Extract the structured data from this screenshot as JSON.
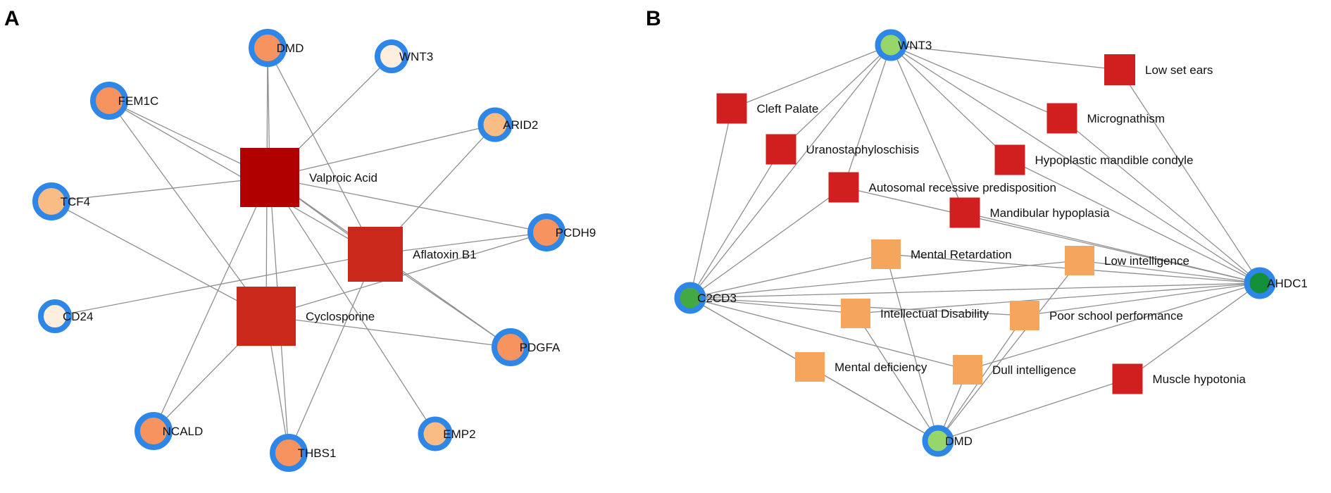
{
  "colors": {
    "ring": "#2e86e6",
    "edge": "#8f8f8f",
    "drug_dark": "#b00000",
    "drug_mid": "#c9281b",
    "gene_salmon": "#f7935f",
    "gene_peach": "#f8bc84",
    "gene_cream": "#fdeedd",
    "pheno_red": "#d11f1f",
    "pheno_orange": "#f5a55c",
    "gene_lightgreen": "#96d66a",
    "gene_green": "#43a945",
    "gene_darkgreen": "#148f3a"
  },
  "panels": [
    {
      "id": "A",
      "letter": "A",
      "nodes": [
        {
          "id": "valproic",
          "label": "Valproic Acid",
          "shape": "square",
          "color": "drug_dark"
        },
        {
          "id": "aflatoxin",
          "label": "Aflatoxin B1",
          "shape": "square",
          "color": "drug_mid"
        },
        {
          "id": "cyclosporine",
          "label": "Cyclosporine",
          "shape": "square",
          "color": "drug_mid"
        },
        {
          "id": "dmd_a",
          "label": "DMD",
          "shape": "circle",
          "color": "gene_salmon"
        },
        {
          "id": "wnt3_a",
          "label": "WNT3",
          "shape": "circle",
          "color": "gene_cream"
        },
        {
          "id": "fem1c",
          "label": "FEM1C",
          "shape": "circle",
          "color": "gene_salmon"
        },
        {
          "id": "arid2",
          "label": "ARID2",
          "shape": "circle",
          "color": "gene_peach"
        },
        {
          "id": "tcf4",
          "label": "TCF4",
          "shape": "circle",
          "color": "gene_peach"
        },
        {
          "id": "pcdh9",
          "label": "PCDH9",
          "shape": "circle",
          "color": "gene_salmon"
        },
        {
          "id": "cd24",
          "label": "CD24",
          "shape": "circle",
          "color": "gene_cream"
        },
        {
          "id": "pdgfa",
          "label": "PDGFA",
          "shape": "circle",
          "color": "gene_salmon"
        },
        {
          "id": "ncald",
          "label": "NCALD",
          "shape": "circle",
          "color": "gene_salmon"
        },
        {
          "id": "thbs1",
          "label": "THBS1",
          "shape": "circle",
          "color": "gene_salmon"
        },
        {
          "id": "emp2",
          "label": "EMP2",
          "shape": "circle",
          "color": "gene_peach"
        }
      ],
      "edges": [
        [
          "valproic",
          "dmd_a"
        ],
        [
          "valproic",
          "wnt3_a"
        ],
        [
          "valproic",
          "fem1c"
        ],
        [
          "valproic",
          "arid2"
        ],
        [
          "valproic",
          "tcf4"
        ],
        [
          "valproic",
          "pcdh9"
        ],
        [
          "valproic",
          "pdgfa"
        ],
        [
          "valproic",
          "ncald"
        ],
        [
          "valproic",
          "thbs1"
        ],
        [
          "valproic",
          "emp2"
        ],
        [
          "valproic",
          "aflatoxin"
        ],
        [
          "aflatoxin",
          "dmd_a"
        ],
        [
          "aflatoxin",
          "fem1c"
        ],
        [
          "aflatoxin",
          "arid2"
        ],
        [
          "aflatoxin",
          "pcdh9"
        ],
        [
          "aflatoxin",
          "pdgfa"
        ],
        [
          "aflatoxin",
          "thbs1"
        ],
        [
          "aflatoxin",
          "cd24"
        ],
        [
          "cyclosporine",
          "dmd_a"
        ],
        [
          "cyclosporine",
          "fem1c"
        ],
        [
          "cyclosporine",
          "tcf4"
        ],
        [
          "cyclosporine",
          "pcdh9"
        ],
        [
          "cyclosporine",
          "pdgfa"
        ],
        [
          "cyclosporine",
          "ncald"
        ],
        [
          "cyclosporine",
          "thbs1"
        ]
      ]
    },
    {
      "id": "B",
      "letter": "B",
      "nodes": [
        {
          "id": "wnt3_b",
          "label": "WNT3",
          "shape": "circle",
          "color": "gene_lightgreen"
        },
        {
          "id": "c2cd3",
          "label": "C2CD3",
          "shape": "circle",
          "color": "gene_green"
        },
        {
          "id": "ahdc1",
          "label": "AHDC1",
          "shape": "circle",
          "color": "gene_darkgreen"
        },
        {
          "id": "dmd_b",
          "label": "DMD",
          "shape": "circle",
          "color": "gene_lightgreen"
        },
        {
          "id": "low_set_ears",
          "label": "Low set ears",
          "shape": "square",
          "color": "pheno_red"
        },
        {
          "id": "cleft_palate",
          "label": "Cleft Palate",
          "shape": "square",
          "color": "pheno_red"
        },
        {
          "id": "micrognathism",
          "label": "Micrognathism",
          "shape": "square",
          "color": "pheno_red"
        },
        {
          "id": "uranostaphyloschisis",
          "label": "Uranostaphyloschisis",
          "shape": "square",
          "color": "pheno_red"
        },
        {
          "id": "hypoplastic_condyle",
          "label": "Hypoplastic mandible condyle",
          "shape": "square",
          "color": "pheno_red"
        },
        {
          "id": "autosomal_recessive",
          "label": "Autosomal recessive predisposition",
          "shape": "square",
          "color": "pheno_red"
        },
        {
          "id": "mandibular_hypoplasia",
          "label": "Mandibular hypoplasia",
          "shape": "square",
          "color": "pheno_red"
        },
        {
          "id": "mental_retardation",
          "label": "Mental Retardation",
          "shape": "square",
          "color": "pheno_orange"
        },
        {
          "id": "low_intelligence",
          "label": "Low intelligence",
          "shape": "square",
          "color": "pheno_orange"
        },
        {
          "id": "intellectual_disability",
          "label": "Intellectual Disability",
          "shape": "square",
          "color": "pheno_orange"
        },
        {
          "id": "poor_school",
          "label": "Poor school performance",
          "shape": "square",
          "color": "pheno_orange"
        },
        {
          "id": "mental_deficiency",
          "label": "Mental deficiency",
          "shape": "square",
          "color": "pheno_orange"
        },
        {
          "id": "dull_intelligence",
          "label": "Dull intelligence",
          "shape": "square",
          "color": "pheno_orange"
        },
        {
          "id": "muscle_hypotonia",
          "label": "Muscle hypotonia",
          "shape": "square",
          "color": "pheno_red"
        }
      ],
      "edges": [
        [
          "wnt3_b",
          "low_set_ears"
        ],
        [
          "wnt3_b",
          "cleft_palate"
        ],
        [
          "wnt3_b",
          "micrognathism"
        ],
        [
          "wnt3_b",
          "uranostaphyloschisis"
        ],
        [
          "wnt3_b",
          "hypoplastic_condyle"
        ],
        [
          "wnt3_b",
          "autosomal_recessive"
        ],
        [
          "wnt3_b",
          "mandibular_hypoplasia"
        ],
        [
          "wnt3_b",
          "ahdc1"
        ],
        [
          "wnt3_b",
          "c2cd3"
        ],
        [
          "c2cd3",
          "cleft_palate"
        ],
        [
          "c2cd3",
          "uranostaphyloschisis"
        ],
        [
          "c2cd3",
          "autosomal_recessive"
        ],
        [
          "c2cd3",
          "mental_retardation"
        ],
        [
          "c2cd3",
          "low_intelligence"
        ],
        [
          "c2cd3",
          "intellectual_disability"
        ],
        [
          "c2cd3",
          "poor_school"
        ],
        [
          "c2cd3",
          "mental_deficiency"
        ],
        [
          "c2cd3",
          "dull_intelligence"
        ],
        [
          "c2cd3",
          "dmd_b"
        ],
        [
          "c2cd3",
          "ahdc1"
        ],
        [
          "ahdc1",
          "low_set_ears"
        ],
        [
          "ahdc1",
          "micrognathism"
        ],
        [
          "ahdc1",
          "hypoplastic_condyle"
        ],
        [
          "ahdc1",
          "mandibular_hypoplasia"
        ],
        [
          "ahdc1",
          "mental_retardation"
        ],
        [
          "ahdc1",
          "low_intelligence"
        ],
        [
          "ahdc1",
          "intellectual_disability"
        ],
        [
          "ahdc1",
          "poor_school"
        ],
        [
          "ahdc1",
          "dull_intelligence"
        ],
        [
          "ahdc1",
          "muscle_hypotonia"
        ],
        [
          "ahdc1",
          "autosomal_recessive"
        ],
        [
          "dmd_b",
          "mental_retardation"
        ],
        [
          "dmd_b",
          "intellectual_disability"
        ],
        [
          "dmd_b",
          "mental_deficiency"
        ],
        [
          "dmd_b",
          "dull_intelligence"
        ],
        [
          "dmd_b",
          "low_intelligence"
        ],
        [
          "dmd_b",
          "poor_school"
        ],
        [
          "dmd_b",
          "muscle_hypotonia"
        ]
      ]
    }
  ]
}
